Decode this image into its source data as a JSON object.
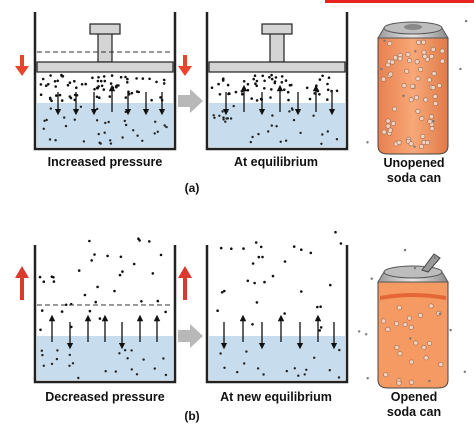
{
  "panel_a": {
    "marker": "(a)",
    "left_caption": "Increased pressure",
    "middle_caption": "At equilibrium",
    "can_caption_line1": "Unopened",
    "can_caption_line2": "soda can"
  },
  "panel_b": {
    "marker": "(b)",
    "left_caption": "Decreased pressure",
    "middle_caption": "At new equilibrium",
    "can_caption_line1": "Opened",
    "can_caption_line2": "soda can"
  },
  "colors": {
    "liquid": "#c7dcec",
    "piston": "#d4d4d4",
    "arrow_down": "#e8452c",
    "arrow_up": "#d93a2c",
    "transition_arrow": "#b8b8b8",
    "soda": "#f59a62",
    "accent_bar": "#e8231f"
  },
  "icons": {
    "transition": "gray-right-arrow-icon",
    "pressure_down": "red-down-arrow-icon",
    "pressure_up": "red-up-arrow-icon"
  }
}
